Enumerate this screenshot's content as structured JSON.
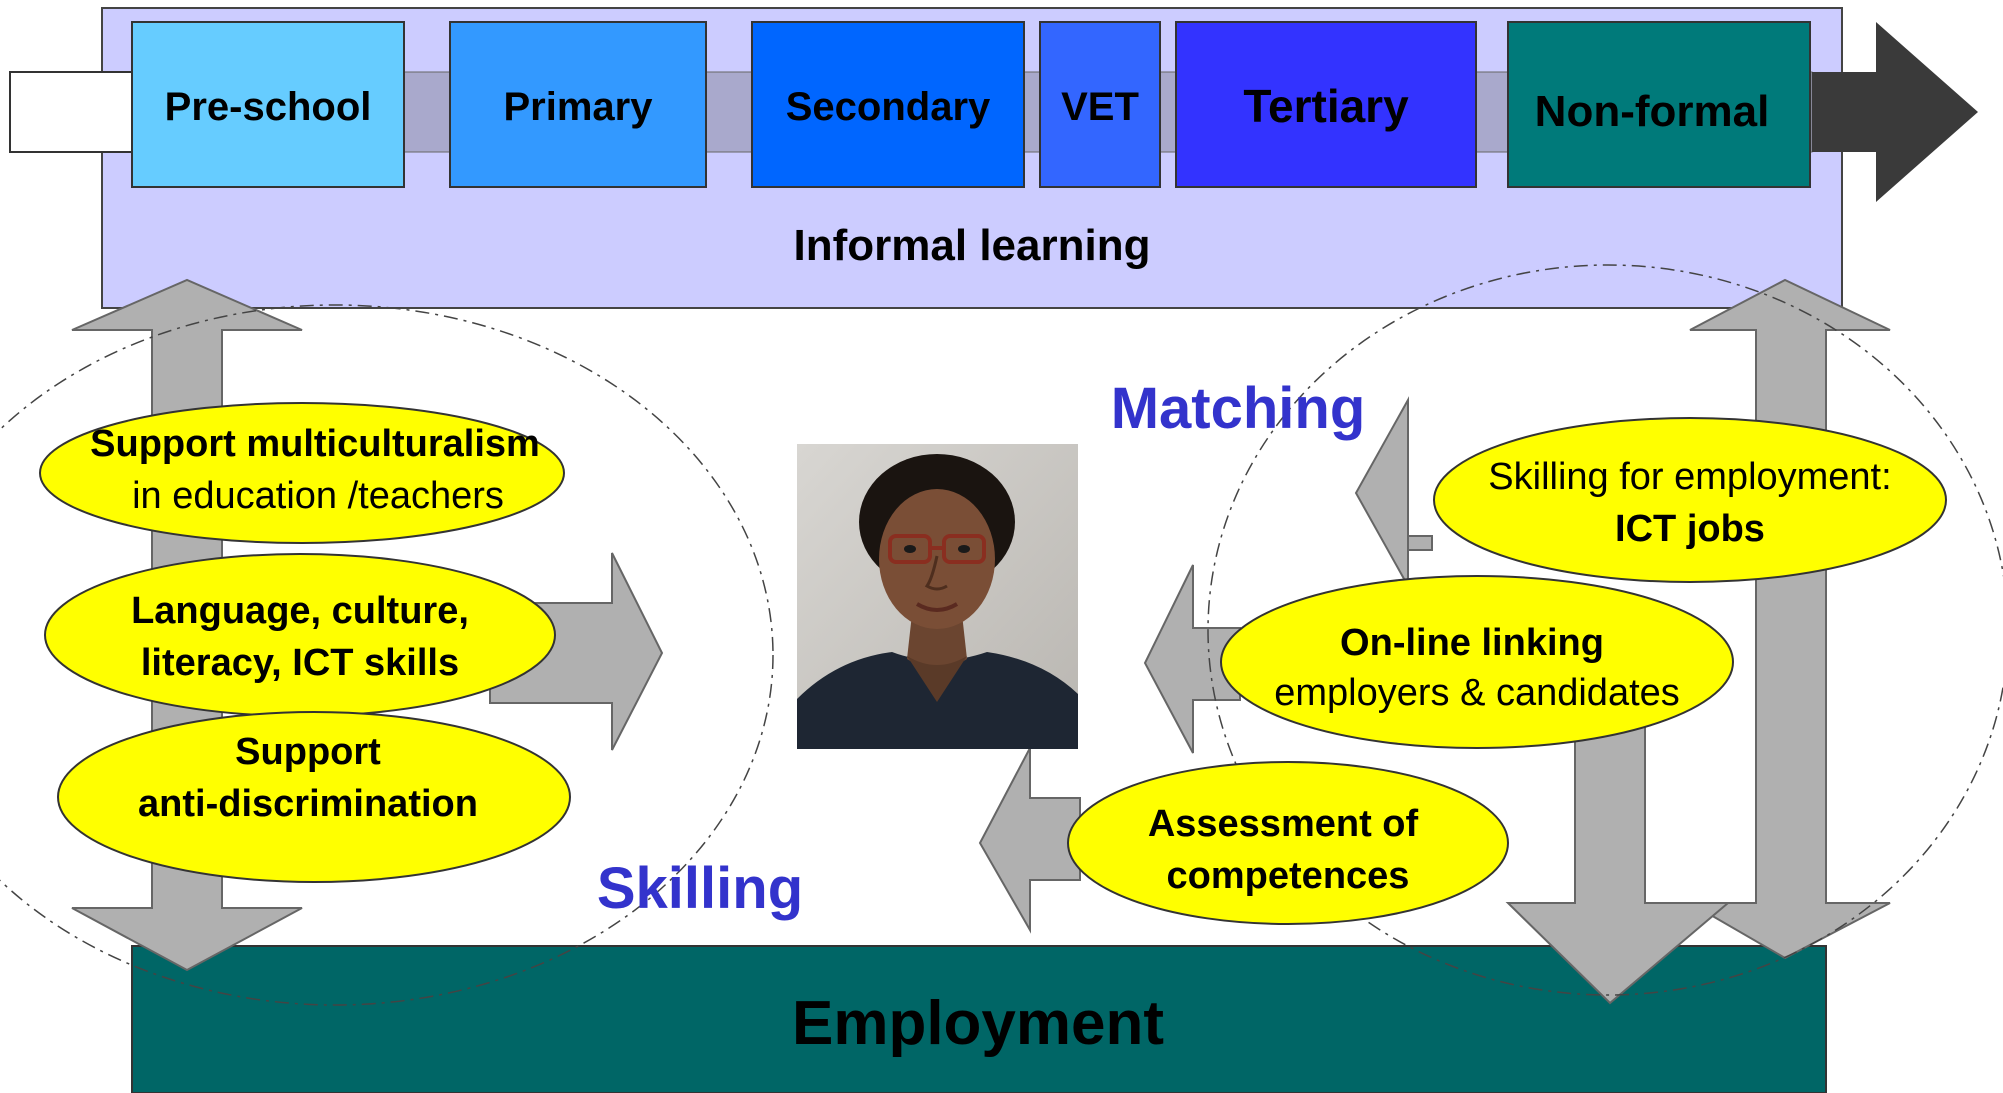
{
  "colors": {
    "band": "#CCCCFF",
    "band_border": "#444444",
    "timeline_arrow": "#3A3A3A",
    "timeline_shaft": "#A9A9CC",
    "stage_preschool": "#66CCFF",
    "stage_primary": "#3399FF",
    "stage_secondary": "#0066FF",
    "stage_vet": "#3366FF",
    "stage_tertiary": "#3333FF",
    "stage_nonformal": "#007A7A",
    "oval_fill": "#FFFF00",
    "gray_arrow": "#B0B0B0",
    "employment_fill": "#006666",
    "accent_text": "#3333CC"
  },
  "stages": [
    {
      "label": "Pre-school"
    },
    {
      "label": "Primary"
    },
    {
      "label": "Secondary"
    },
    {
      "label": "VET"
    },
    {
      "label": "Tertiary"
    },
    {
      "label": "Non-formal"
    }
  ],
  "band_label": "Informal learning",
  "clusters": {
    "skilling": {
      "label": "Skilling"
    },
    "matching": {
      "label": "Matching"
    }
  },
  "ovals": {
    "multiculturalism": {
      "line1": "Support multiculturalism",
      "line2": "in education /teachers"
    },
    "language": {
      "line1": "Language, culture,",
      "line2": "literacy, ICT skills"
    },
    "anti_discrimination": {
      "line1": "Support",
      "line2": "anti-discrimination"
    },
    "skilling_employment": {
      "line1": "Skilling for employment:",
      "line2": "ICT jobs"
    },
    "online_linking": {
      "line1": "On-line linking",
      "line2": "employers & candidates"
    },
    "assessment": {
      "line1": "Assessment of",
      "line2": "competences"
    }
  },
  "employment_label": "Employment",
  "photo": {
    "subject": "person-portrait"
  }
}
